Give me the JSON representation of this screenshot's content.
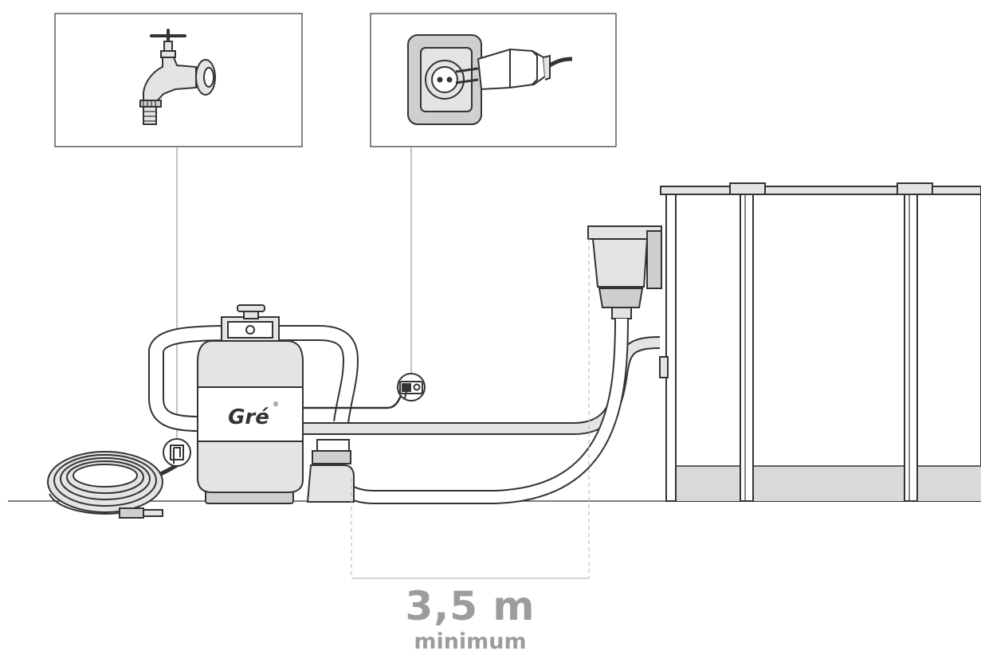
{
  "brand": {
    "logo_text": "Gré",
    "registered_mark": "®"
  },
  "distance": {
    "value": "3,5 m",
    "note": "minimum"
  },
  "colors": {
    "outline": "#333333",
    "light_fill": "#e4e4e4",
    "mid_fill": "#cfcfcf",
    "dim_line": "#bdbdbd",
    "dim_text": "#9c9c9c"
  },
  "icons": {
    "water_supply": "water-tap-icon",
    "power_supply": "schuko-plug-socket-icon",
    "pump_power_port": "power-connector-icon",
    "pump_water_port": "water-inlet-icon"
  }
}
